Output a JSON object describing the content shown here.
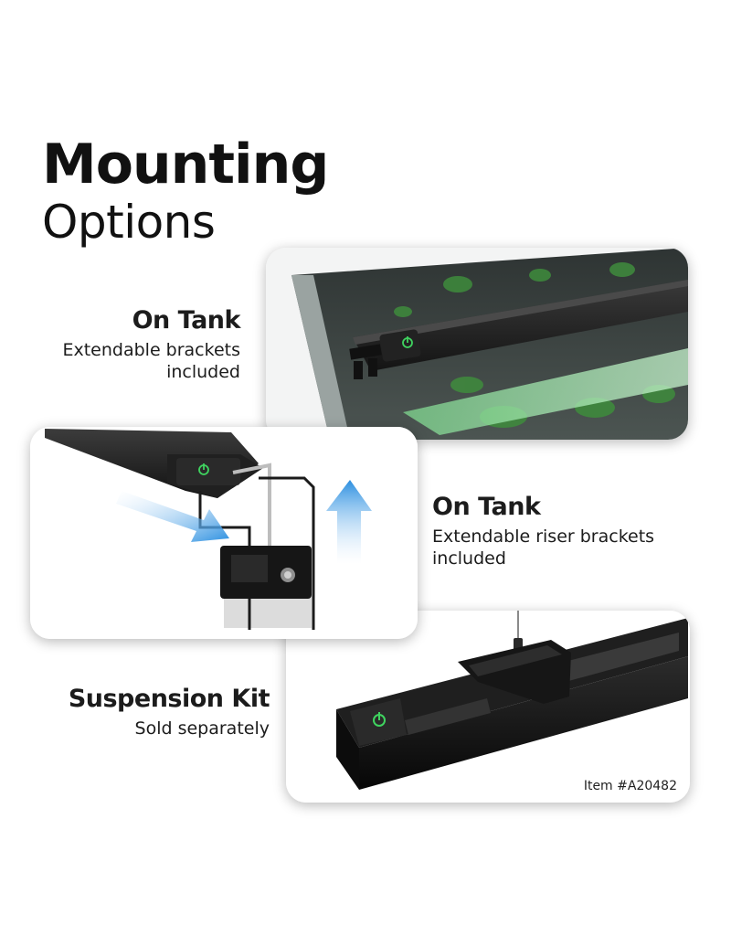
{
  "heading": {
    "line1": "Mounting",
    "line2": "Options"
  },
  "options": [
    {
      "title": "On Tank",
      "description_line1": "Extendable brackets",
      "description_line2": "included",
      "image_icon": "aquarium-led-light-on-tank"
    },
    {
      "title": "On Tank",
      "description_line1": "Extendable riser brackets",
      "description_line2": "included",
      "image_icon": "riser-bracket-with-arrows"
    },
    {
      "title": "Suspension Kit",
      "description_line1": "Sold separately",
      "image_icon": "suspension-kit-light"
    }
  ],
  "item_code": "Item #A20482",
  "colors": {
    "text": "#111111",
    "power_icon": "#3fd35f",
    "arrow": "#2b8fe0",
    "light_body": "#1a1a1a"
  }
}
